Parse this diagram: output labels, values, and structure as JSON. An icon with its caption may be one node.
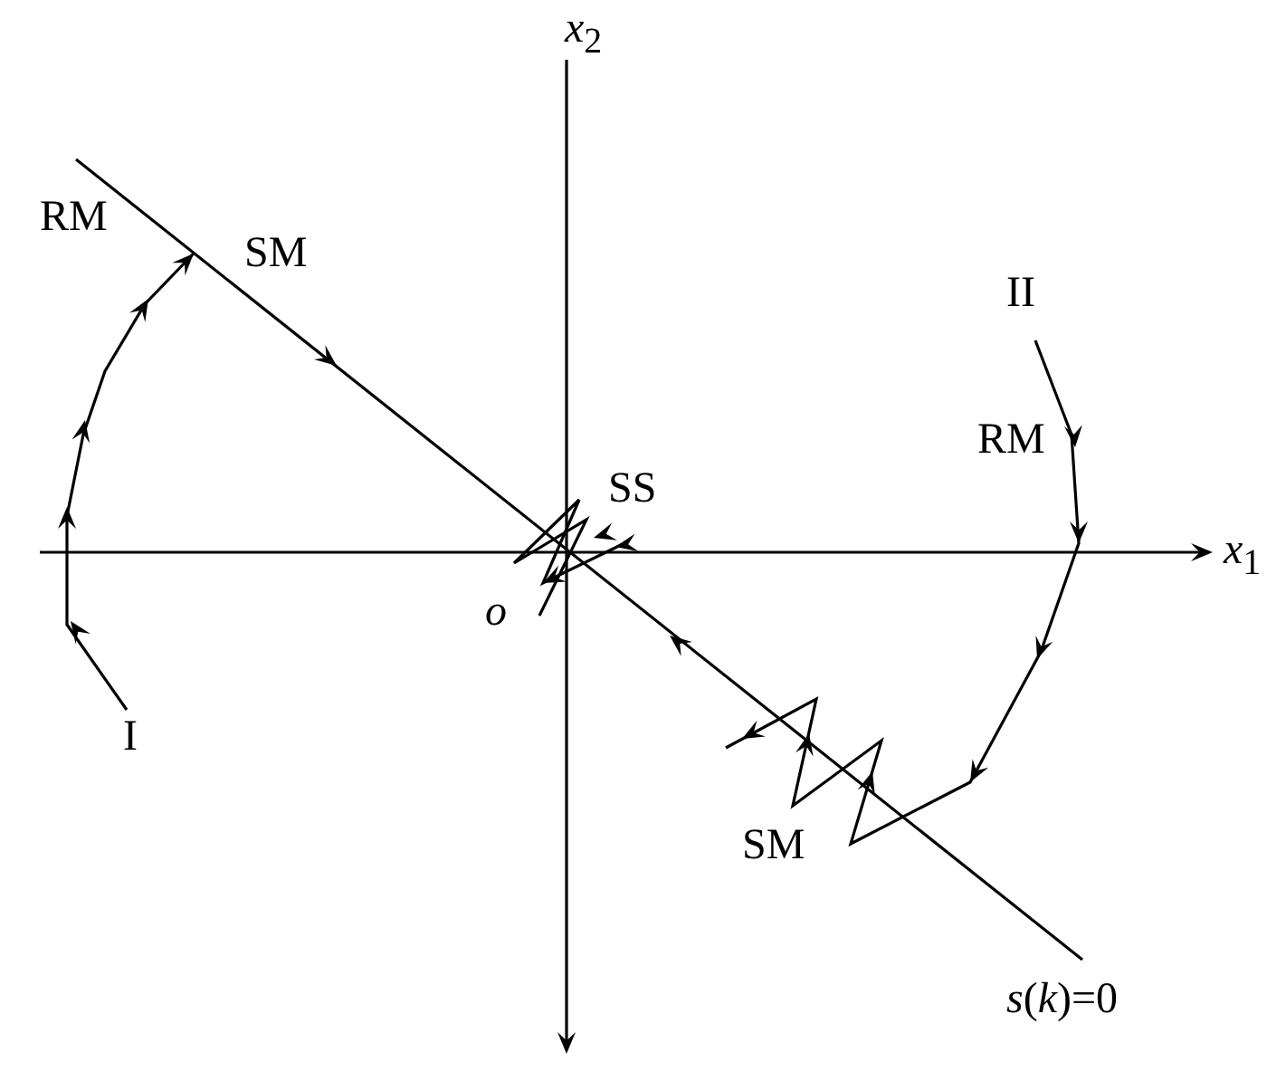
{
  "diagram": {
    "labels": [
      "*x*$_{2}$",
      "SM",
      "RM",
      "II",
      "RM",
      "SS",
      "*x*$_{1}$",
      "*o*",
      "I",
      "SM",
      "*s*(*k*)=0"
    ]
  }
}
